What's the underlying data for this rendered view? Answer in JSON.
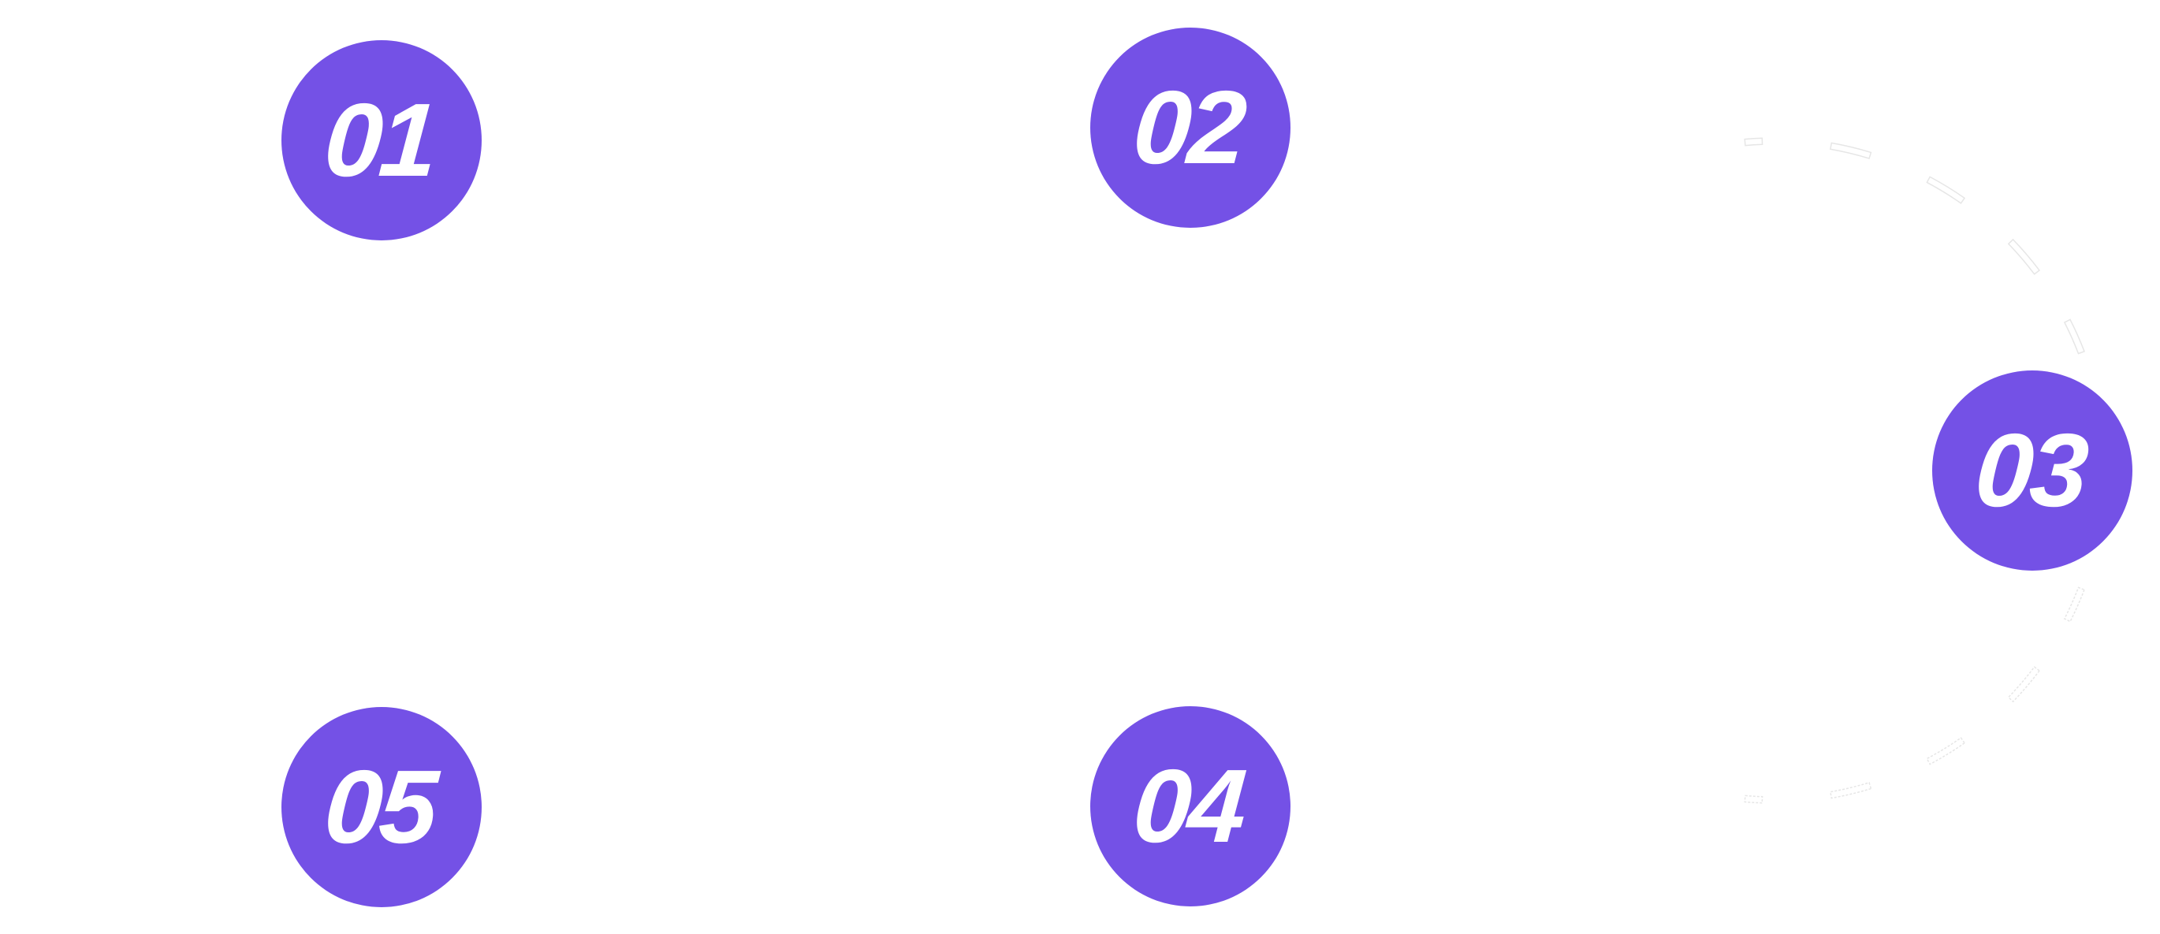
{
  "diagram": {
    "title": "",
    "accent_color": "#7451E6",
    "text_color": "#ffffff",
    "connector_style": "dashed-outline-arc",
    "connector_color": "#e6e6e6",
    "steps": [
      {
        "label": "01"
      },
      {
        "label": "02"
      },
      {
        "label": "03"
      },
      {
        "label": "04"
      },
      {
        "label": "05"
      }
    ]
  }
}
